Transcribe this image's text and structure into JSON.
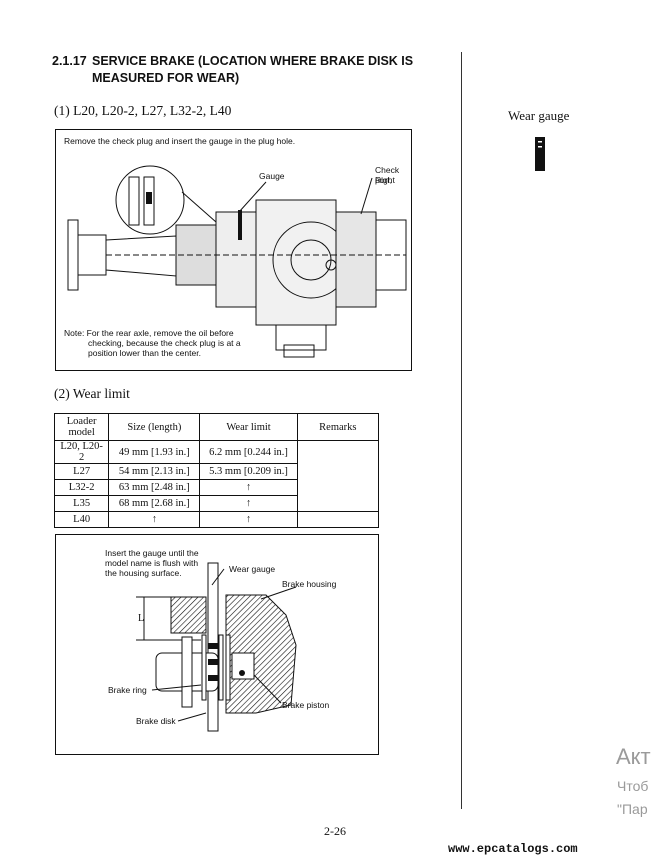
{
  "heading": {
    "number": "2.1.17",
    "line1": "SERVICE BRAKE (LOCATION WHERE BRAKE DISK IS",
    "line2": "MEASURED FOR WEAR)"
  },
  "section1": {
    "title": "(1) L20, L20-2, L27, L32-2, L40",
    "instruction": "Remove the check plug and insert the gauge in the plug hole.",
    "label_gauge": "Gauge",
    "label_check_port": "Check port,",
    "label_check_port2": "Right",
    "note1": "Note:  For the rear axle, remove the oil before",
    "note2": "checking, because the check plug is at a",
    "note3": "position lower than the center."
  },
  "side": {
    "wear_gauge": "Wear gauge"
  },
  "section2": {
    "title": "(2)  Wear limit",
    "table": {
      "headers": [
        "Loader model",
        "Size (length)",
        "Wear limit",
        "Remarks"
      ],
      "rows": [
        [
          "L20, L20-2",
          "49 mm [1.93 in.]",
          "6.2 mm [0.244 in.]",
          ""
        ],
        [
          "L27",
          "54 mm [2.13 in.]",
          "5.3 mm [0.209 in.]",
          ""
        ],
        [
          "L32-2",
          "63 mm [2.48 in.]",
          "↑",
          ""
        ],
        [
          "L35",
          "68 mm [2.68 in.]",
          "↑",
          ""
        ],
        [
          "L40",
          "↑",
          "↑",
          ""
        ]
      ]
    }
  },
  "figure2": {
    "insert1": "Insert the gauge until the",
    "insert2": "model name is flush with",
    "insert3": "the housing surface.",
    "wear_gauge": "Wear gauge",
    "brake_housing": "Brake housing",
    "dim_L": "L",
    "brake_ring": "Brake ring",
    "brake_disk": "Brake disk",
    "brake_piston": "Brake piston"
  },
  "page_number": "2-26",
  "watermark": {
    "line1": "Акт",
    "line2": "Чтоб",
    "line3": "\"Пар"
  },
  "footer_url": "www.epcatalogs.com"
}
